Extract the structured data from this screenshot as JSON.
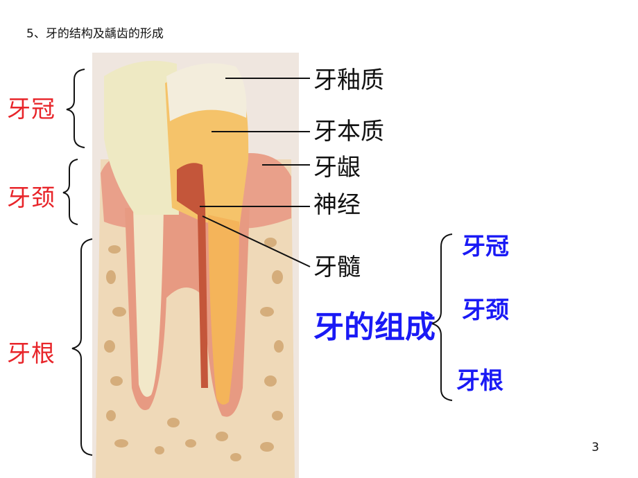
{
  "heading": "5、牙的结构及龋齿的形成",
  "regions": {
    "crown": "牙冠",
    "neck": "牙颈",
    "root": "牙根"
  },
  "parts": {
    "enamel": "牙釉质",
    "dentin": "牙本质",
    "gum": "牙龈",
    "nerve": "神经",
    "pulp": "牙髓"
  },
  "composition": {
    "title": "牙的组成",
    "items": [
      "牙冠",
      "牙颈",
      "牙根"
    ]
  },
  "page_number": "3",
  "colors": {
    "region_label": "#e8252a",
    "composition": "#1a1af5"
  }
}
